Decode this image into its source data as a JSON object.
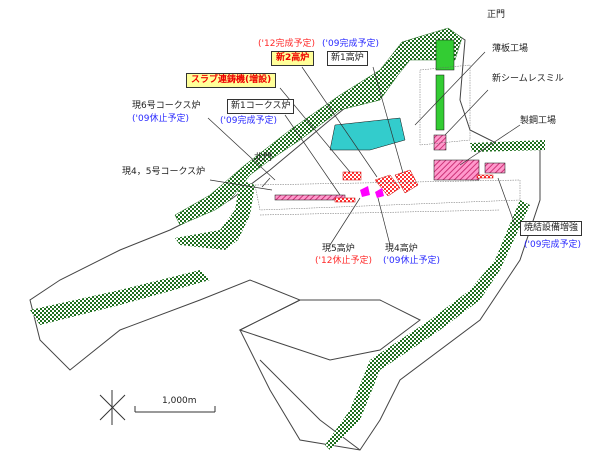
{
  "colors": {
    "green": "#1e6e1e",
    "sheet": "#33cc33",
    "cyan": "#33cccc",
    "pink": "#ff99cc",
    "red": "#ff3333",
    "magenta": "#ff00ff"
  },
  "labels": {
    "main_gate": "正門",
    "sheet_mill": "薄板工場",
    "seamless_mill": "新シームレスミル",
    "steelmaking": "製鋼工場",
    "sinter": "焼結設備増強",
    "sinter_note": "('09完成予定)",
    "bf4": "現4高炉",
    "bf4_note": "('09休止予定)",
    "bf5": "現5高炉",
    "bf5_note": "('12休止予定)",
    "new_bf2": "新2高炉",
    "new_bf2_note": "('12完成予定)",
    "new_bf1": "新1高炉",
    "new_bf1_note": "('09完成予定)",
    "slab_caster": "スラブ連鋳機(増設)",
    "new_coke1": "新1コークス炉",
    "new_coke1_note": "('09完成予定)",
    "coke6": "現6号コークス炉",
    "coke6_note": "('09休止予定)",
    "coke45": "現4，5号コークス炉",
    "north_gate": "北門",
    "scale": "1,000m"
  }
}
